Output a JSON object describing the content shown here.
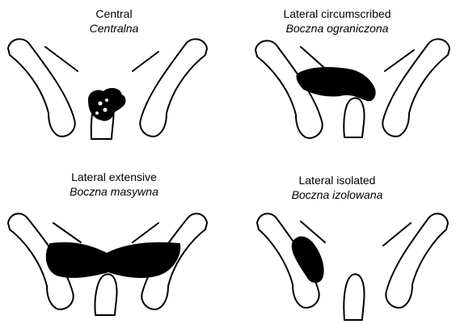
{
  "panels": [
    {
      "en": "Central",
      "pl": "Centralna"
    },
    {
      "en": "Lateral circumscribed",
      "pl": "Boczna ograniczona"
    },
    {
      "en": "Lateral extensive",
      "pl": "Boczna masywna"
    },
    {
      "en": "Lateral isolated",
      "pl": "Boczna izolowana"
    }
  ]
}
